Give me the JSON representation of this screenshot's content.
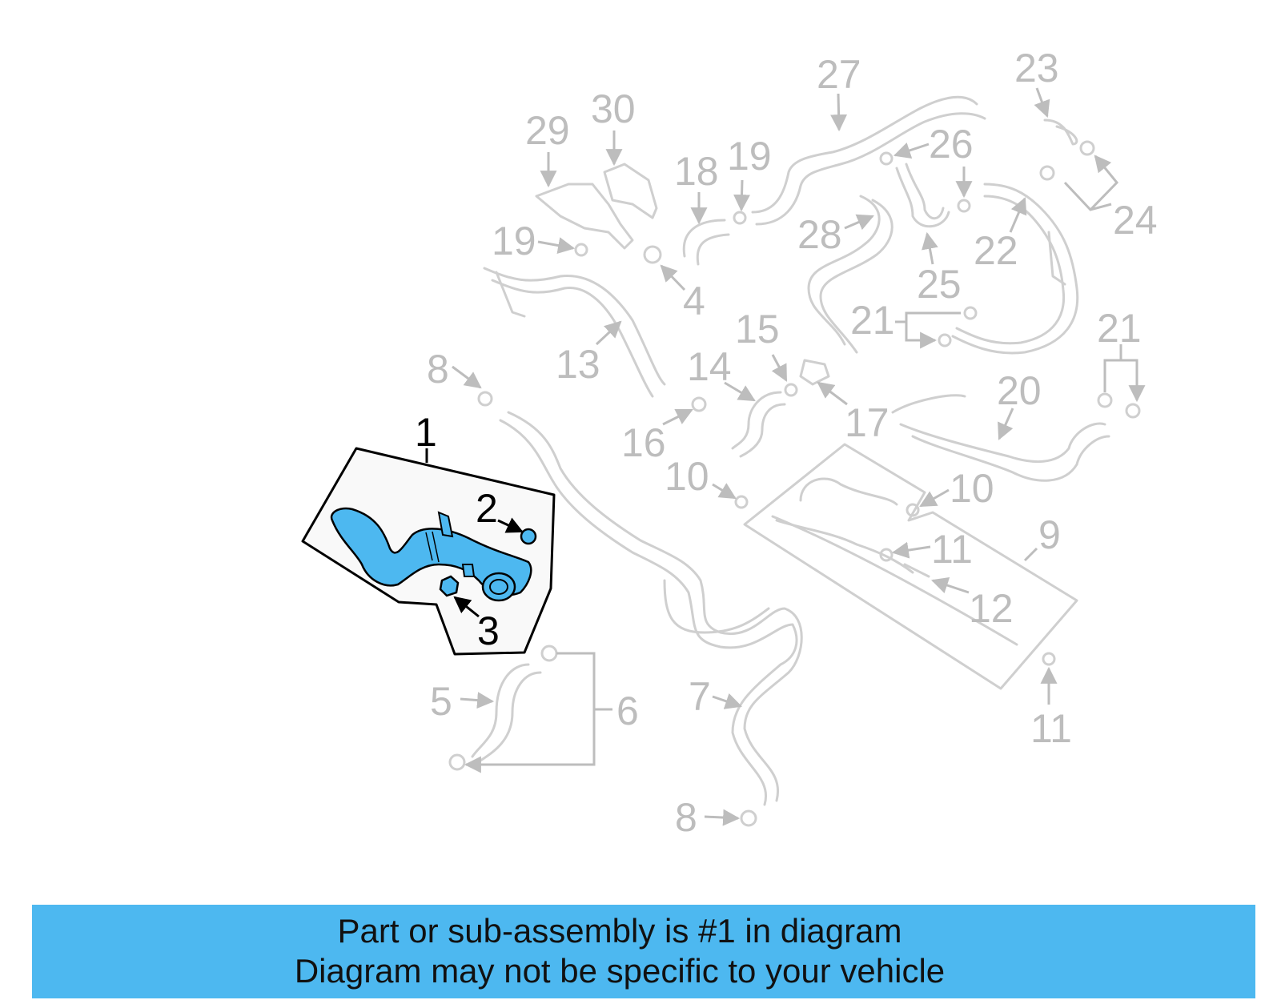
{
  "diagram": {
    "highlight_color": "#4db8f0",
    "callouts": {
      "n1": "1",
      "n2": "2",
      "n3": "3",
      "n4": "4",
      "n5": "5",
      "n6": "6",
      "n7": "7",
      "n8a": "8",
      "n8b": "8",
      "n9": "9",
      "n10a": "10",
      "n10b": "10",
      "n11a": "11",
      "n11b": "11",
      "n12": "12",
      "n13": "13",
      "n14": "14",
      "n15": "15",
      "n16": "16",
      "n17": "17",
      "n18": "18",
      "n19a": "19",
      "n19b": "19",
      "n20": "20",
      "n21a": "21",
      "n21b": "21",
      "n22": "22",
      "n23": "23",
      "n24": "24",
      "n25": "25",
      "n26": "26",
      "n27": "27",
      "n28": "28",
      "n29": "29",
      "n30": "30"
    }
  },
  "banner": {
    "line1": "Part or sub-assembly is #1 in diagram",
    "line2": "Diagram may not be specific to your vehicle",
    "background": "#4db8f0"
  }
}
